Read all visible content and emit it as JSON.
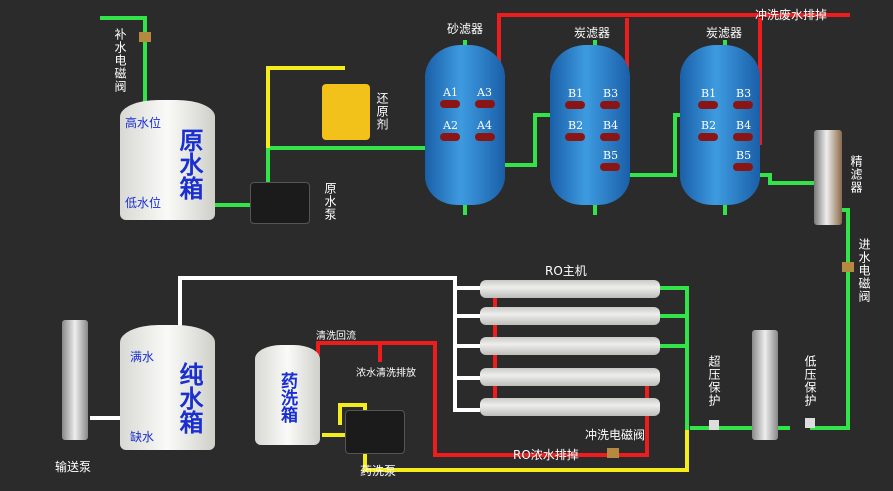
{
  "labels": {
    "makeup_valve": "补水电磁阀",
    "raw_tank": "原水箱",
    "high_level": "高水位",
    "low_level": "低水位",
    "raw_pump": "原水泵",
    "reductant": "还原剂",
    "sand_filter": "砂滤器",
    "carbon_filter_1": "炭滤器",
    "carbon_filter_2": "炭滤器",
    "flush_waste": "冲洗废水排掉",
    "fine_filter": "精滤器",
    "inlet_valve": "进水电磁阀",
    "ro_host": "RO主机",
    "clean_return": "清洗回流",
    "conc_clean_discharge": "浓水清洗排放",
    "ro_conc_discharge": "RO浓水排掉",
    "flush_valve": "冲洗电磁阀",
    "overpressure": "超压保护",
    "low_pressure": "低压保护",
    "pure_tank": "纯水箱",
    "full": "满水",
    "empty": "缺水",
    "chem_tank": "药洗箱",
    "chem_pump": "药洗泵",
    "delivery_pump": "输送泵"
  },
  "valves": {
    "sand": [
      "A1",
      "A3",
      "A2",
      "A4"
    ],
    "carbon1": [
      "B1",
      "B3",
      "B2",
      "B4",
      "B5"
    ],
    "carbon2": [
      "B1",
      "B3",
      "B2",
      "B4",
      "B5"
    ]
  },
  "colors": {
    "clean": "#33e34a",
    "waste": "#ee1c1c",
    "chemical": "#f5ec1c",
    "pure": "#ffffff"
  }
}
